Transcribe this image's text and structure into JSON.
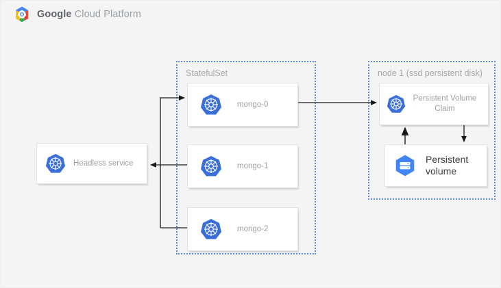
{
  "header": {
    "logo_icon": "google-cloud-platform-hexagon-logo",
    "brand_bold": "Google",
    "brand_rest": " Cloud Platform"
  },
  "groups": [
    {
      "id": "statefulset",
      "label": "StatefulSet"
    },
    {
      "id": "node1",
      "label": "node 1 (ssd persistent disk)"
    }
  ],
  "nodes": {
    "headless_service": {
      "label": "Headless service",
      "icon": "kubernetes-icon"
    },
    "mongo_0": {
      "label": "mongo-0",
      "icon": "kubernetes-icon"
    },
    "mongo_1": {
      "label": "mongo-1",
      "icon": "kubernetes-icon"
    },
    "mongo_2": {
      "label": "mongo-2",
      "icon": "kubernetes-icon"
    },
    "pvc": {
      "label": "Persistent Volume Claim",
      "icon": "kubernetes-icon"
    },
    "pv": {
      "label": "Persistent volume",
      "icon": "google-cloud-persistent-disk-icon"
    }
  },
  "colors": {
    "canvas_background": "#f4f4f4",
    "group_border": "#5c8ce4",
    "kubernetes_blue": "#3a6ed8",
    "gcp_icon_blue": "#4285f4",
    "connector": "#1a1a1a",
    "muted_text": "#a0a0a0",
    "group_label_text": "#a8a8a8",
    "dark_text": "#3c4043"
  },
  "connectors": [
    {
      "name": "headless-to-mongo-0",
      "from": "headless_service",
      "to": "mongo_0",
      "direction": "to-mongo-0"
    },
    {
      "name": "mongo-1-to-headless",
      "from": "mongo_1",
      "to": "headless_service",
      "direction": "to-headless"
    },
    {
      "name": "mongo-2-to-bus",
      "from": "mongo_2",
      "to": "headless_service",
      "direction": "to-headless"
    },
    {
      "name": "mongo-0-to-pvc",
      "from": "mongo_0",
      "to": "pvc",
      "direction": "right"
    },
    {
      "name": "pvc-to-pv",
      "from": "pvc",
      "to": "pv",
      "direction": "down"
    },
    {
      "name": "pv-to-pvc",
      "from": "pv",
      "to": "pvc",
      "direction": "up"
    }
  ]
}
